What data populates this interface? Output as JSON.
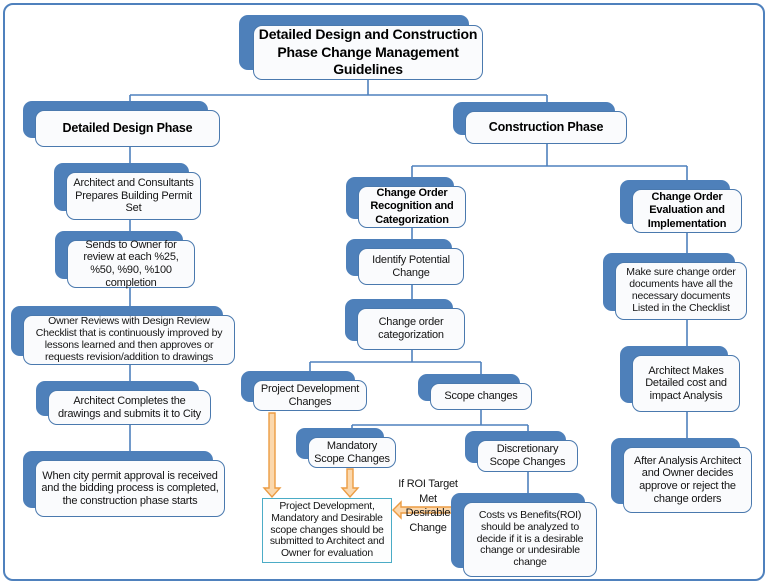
{
  "diagram": {
    "title": "Detailed Design and Construction Phase Change Management Guidelines",
    "detailed_design": {
      "header": "Detailed Design Phase",
      "steps": [
        "Architect and Consultants Prepares Building Permit Set",
        "Sends to Owner for review at each %25, %50, %90, %100 completion",
        "Owner Reviews with Design Review Checklist that is continuously improved by lessons learned and then approves or requests revision/addition to drawings",
        "Architect Completes the drawings and submits it to City",
        "When city permit approval is received and the bidding process is completed, the construction phase starts"
      ]
    },
    "construction": {
      "header": "Construction Phase",
      "recognition": {
        "header": "Change Order Recognition and Categorization",
        "steps": [
          "Identify Potential Change",
          "Change order categorization"
        ]
      },
      "branches": {
        "project_dev": "Project Development Changes",
        "scope": "Scope changes",
        "mandatory": "Mandatory Scope Changes",
        "discretionary": "Discretionary Scope Changes"
      },
      "submit_box": "Project Development, Mandatory and Desirable scope changes should be submitted to Architect and Owner for evaluation",
      "roi_label": "If ROI Target Met Desirable Change",
      "costs_benefits": "Costs vs Benefits(ROI) should be analyzed to decide if it is a desirable change or undesirable change",
      "evaluation": {
        "header": "Change Order Evaluation and Implementation",
        "steps": [
          "Make sure change order documents have all the necessary documents Listed in the Checklist",
          "Architect Makes Detailed cost and impact Analysis",
          "After Analysis Architect and Owner decides approve or reject the change orders"
        ]
      }
    }
  },
  "colors": {
    "accent_blue": "#4f81bd",
    "box_border_blue": "#4a79ae",
    "teal_border": "#4bacc6",
    "orange_arrow_stroke": "#ec9c43",
    "orange_arrow_fill": "#fbd8ad"
  }
}
